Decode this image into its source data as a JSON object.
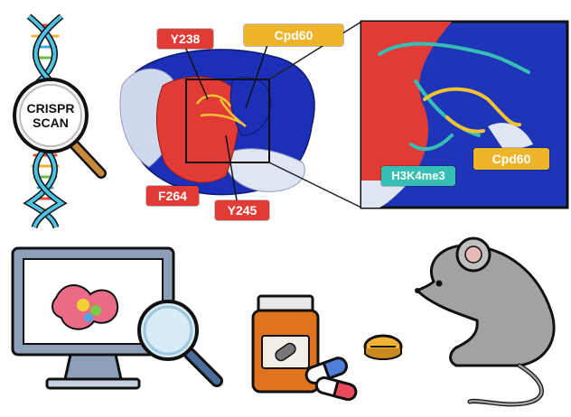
{
  "crispr_scan": {
    "line1": "CRISPR",
    "line2": "SCAN"
  },
  "residues": {
    "y238": "Y238",
    "f264": "F264",
    "y245": "Y245"
  },
  "compound": {
    "main_label": "Cpd60",
    "inset_label": "Cpd60"
  },
  "peptide": {
    "inset_label": "H3K4me3"
  },
  "colors": {
    "red": "#e23b36",
    "blue": "#1c2fb8",
    "yellow": "#efb52a",
    "teal": "#36bdb4"
  }
}
